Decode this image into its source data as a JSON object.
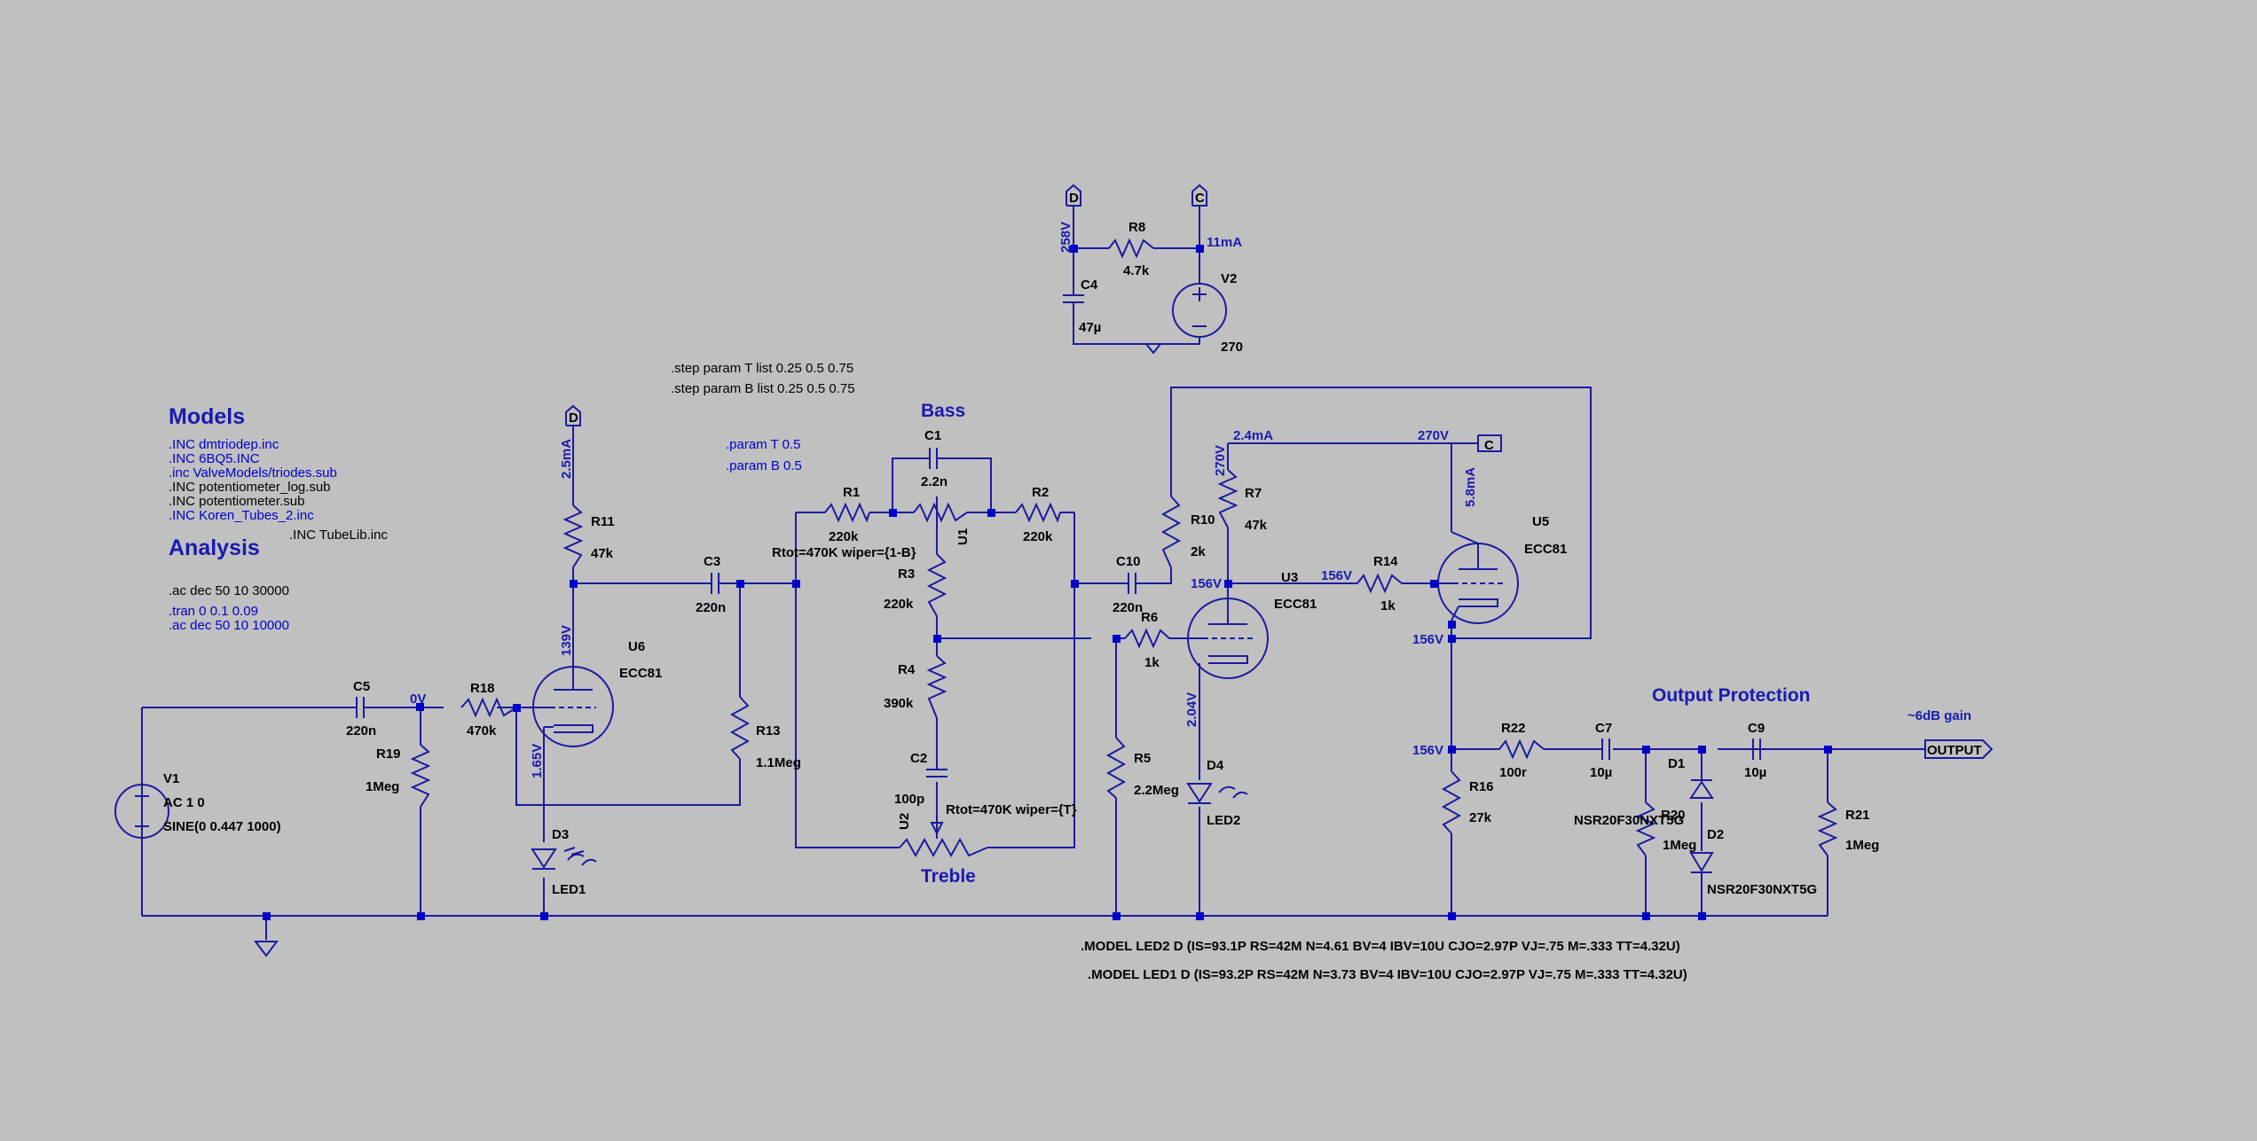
{
  "headings": {
    "models": "Models",
    "analysis": "Analysis",
    "bass": "Bass",
    "treble": "Treble",
    "output_protection": "Output Protection"
  },
  "includes": [
    ".INC dmtriodep.inc",
    ".INC 6BQ5.INC",
    ".inc ValveModels/triodes.sub",
    ".INC potentiometer_log.sub",
    ".INC potentiometer.sub",
    ".INC Koren_Tubes_2.inc"
  ],
  "include_tubelib": ".INC TubeLib.inc",
  "analysis_cmds": [
    ".ac dec 50 10 30000",
    ".tran 0 0.1 0.09",
    ".ac dec 50 10 10000"
  ],
  "steps": [
    ".step param T list 0.25 0.5 0.75",
    ".step param B list 0.25 0.5 0.75"
  ],
  "params": [
    ".param T 0.5",
    ".param B 0.5"
  ],
  "models": [
    ".MODEL LED2 D (IS=93.1P RS=42M N=4.61 BV=4 IBV=10U CJO=2.97P VJ=.75 M=.333 TT=4.32U)",
    ".MODEL LED1 D (IS=93.2P RS=42M N=3.73 BV=4 IBV=10U CJO=2.97P VJ=.75 M=.333 TT=4.32U)"
  ],
  "gain_note": "~6dB gain",
  "output_label": "OUTPUT",
  "ports": {
    "d": "D",
    "c": "C"
  },
  "components": {
    "R1": {
      "ref": "R1",
      "val": "220k"
    },
    "R2": {
      "ref": "R2",
      "val": "220k"
    },
    "R3": {
      "ref": "R3",
      "val": "220k"
    },
    "R4": {
      "ref": "R4",
      "val": "390k"
    },
    "R5": {
      "ref": "R5",
      "val": "2.2Meg"
    },
    "R6": {
      "ref": "R6",
      "val": "1k"
    },
    "R7": {
      "ref": "R7",
      "val": "47k"
    },
    "R8": {
      "ref": "R8",
      "val": "4.7k"
    },
    "R10": {
      "ref": "R10",
      "val": "2k"
    },
    "R11": {
      "ref": "R11",
      "val": "47k"
    },
    "R13": {
      "ref": "R13",
      "val": "1.1Meg"
    },
    "R14": {
      "ref": "R14",
      "val": "1k"
    },
    "R16": {
      "ref": "R16",
      "val": "27k"
    },
    "R18": {
      "ref": "R18",
      "val": "470k"
    },
    "R19": {
      "ref": "R19",
      "val": "1Meg"
    },
    "R20": {
      "ref": "R20",
      "val": "1Meg"
    },
    "R21": {
      "ref": "R21",
      "val": "1Meg"
    },
    "R22": {
      "ref": "R22",
      "val": "100r"
    },
    "C1": {
      "ref": "C1",
      "val": "2.2n"
    },
    "C2": {
      "ref": "C2",
      "val": "100p"
    },
    "C3": {
      "ref": "C3",
      "val": "220n"
    },
    "C4": {
      "ref": "C4",
      "val": "47µ"
    },
    "C5": {
      "ref": "C5",
      "val": "220n"
    },
    "C7": {
      "ref": "C7",
      "val": "10µ"
    },
    "C9": {
      "ref": "C9",
      "val": "10µ"
    },
    "C10": {
      "ref": "C10",
      "val": "220n"
    },
    "V1": {
      "ref": "V1",
      "val1": "AC 1 0",
      "val2": "SINE(0 0.447 1000)"
    },
    "V2": {
      "ref": "V2",
      "val": "270"
    },
    "U1": {
      "ref": "U1",
      "val": "Rtot=470K wiper={1-B}"
    },
    "U2": {
      "ref": "U2",
      "val": "Rtot=470K wiper={T}"
    },
    "U3": {
      "ref": "U3",
      "val": "ECC81"
    },
    "U5": {
      "ref": "U5",
      "val": "ECC81"
    },
    "U6": {
      "ref": "U6",
      "val": "ECC81"
    },
    "D1": {
      "ref": "D1",
      "val": "NSR20F30NXT5G"
    },
    "D2": {
      "ref": "D2",
      "val": "NSR20F30NXT5G"
    },
    "D3": {
      "ref": "D3",
      "val": "LED1"
    },
    "D4": {
      "ref": "D4",
      "val": "LED2"
    }
  },
  "op": {
    "v258": "258V",
    "i11": "11mA",
    "i25": "2.5mA",
    "v139": "139V",
    "v165": "1.65V",
    "v0": "0V",
    "i24": "2.4mA",
    "v270a": "270V",
    "v270b": "270V",
    "i58": "5.8mA",
    "v156a": "156V",
    "v156b": "156V",
    "v156c": "156V",
    "v156d": "156V",
    "v204": "2.04V"
  }
}
